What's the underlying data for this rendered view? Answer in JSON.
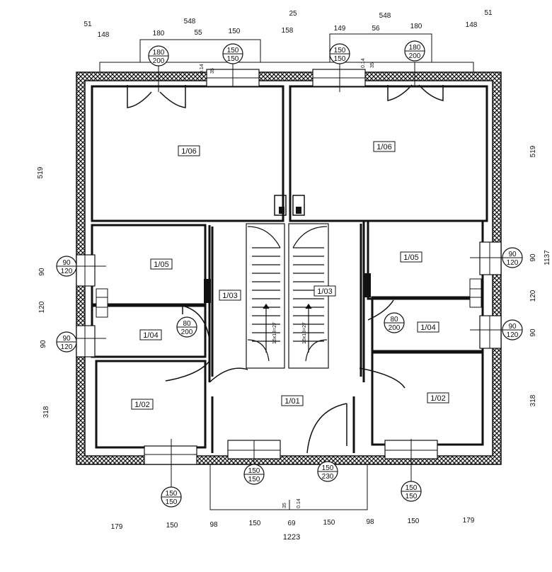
{
  "dimensions": {
    "top_outer": [
      "51",
      "548",
      "25",
      "548",
      "51"
    ],
    "top_inner": [
      "148",
      "180",
      "55",
      "150",
      "158",
      "149",
      "56",
      "180",
      "148"
    ],
    "left": [
      "519",
      "90",
      "120",
      "90",
      "318"
    ],
    "right": [
      "519",
      "90",
      "1137",
      "120",
      "90",
      "318"
    ],
    "bottom": [
      "179",
      "150",
      "98",
      "150",
      "69",
      "150",
      "98",
      "150",
      "179"
    ],
    "bottom_total": "1223",
    "small_top": [
      "0.14",
      "35",
      "0.14",
      "35"
    ],
    "small_bottom": [
      "35",
      "0.14"
    ]
  },
  "rooms": [
    {
      "id": "room-1-06-left",
      "label": "1/06"
    },
    {
      "id": "room-1-06-right",
      "label": "1/06"
    },
    {
      "id": "room-1-05-left",
      "label": "1/05"
    },
    {
      "id": "room-1-05-right",
      "label": "1/05"
    },
    {
      "id": "room-1-04-left",
      "label": "1/04"
    },
    {
      "id": "room-1-04-right",
      "label": "1/04"
    },
    {
      "id": "room-1-03-left",
      "label": "1/03"
    },
    {
      "id": "room-1-03-right",
      "label": "1/03"
    },
    {
      "id": "room-1-02-left",
      "label": "1/02"
    },
    {
      "id": "room-1-02-right",
      "label": "1/02"
    },
    {
      "id": "room-1-01",
      "label": "1/01"
    }
  ],
  "openings": [
    {
      "id": "top-door-left",
      "top": "180",
      "bottom": "200"
    },
    {
      "id": "top-window-left",
      "top": "150",
      "bottom": "150"
    },
    {
      "id": "top-window-right",
      "top": "150",
      "bottom": "150"
    },
    {
      "id": "top-door-right",
      "top": "180",
      "bottom": "200"
    },
    {
      "id": "left-window-upper",
      "top": "90",
      "bottom": "120"
    },
    {
      "id": "left-window-lower",
      "top": "90",
      "bottom": "120"
    },
    {
      "id": "right-window-upper",
      "top": "90",
      "bottom": "120"
    },
    {
      "id": "right-window-lower",
      "top": "90",
      "bottom": "120"
    },
    {
      "id": "door-left-1-04",
      "top": "80",
      "bottom": "200"
    },
    {
      "id": "door-right-1-04",
      "top": "80",
      "bottom": "200"
    },
    {
      "id": "bottom-window-left",
      "top": "150",
      "bottom": "150"
    },
    {
      "id": "bottom-window-center",
      "top": "150",
      "bottom": "150"
    },
    {
      "id": "entrance-door",
      "top": "150",
      "bottom": "230"
    },
    {
      "id": "bottom-window-right",
      "top": "150",
      "bottom": "150"
    }
  ],
  "stairs": {
    "left_label": "16x18=27",
    "right_label": "16x18=27"
  }
}
